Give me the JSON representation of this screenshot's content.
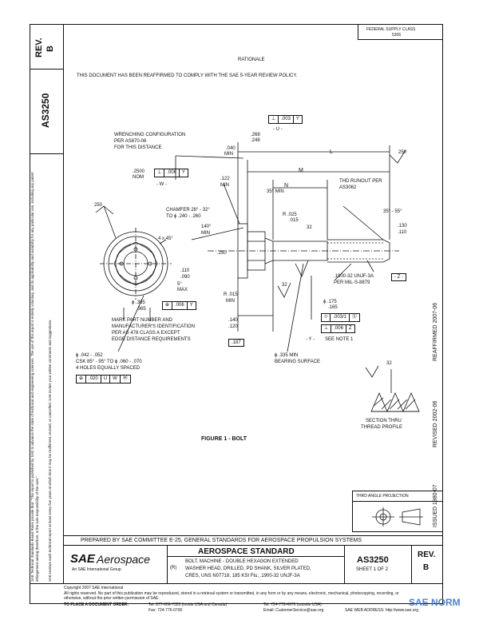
{
  "side_bar": {
    "rev_label": "REV.",
    "rev_value": "B",
    "doc_number": "AS3250",
    "technical_notice": "SAE Technical Standards Board Rules provide that: \"This report is published by SAE to advance the state of technical and engineering sciences. The use of this report is entirely voluntary, and its applicability and suitability for any particular use, including any patent infringement arising therefrom, is the sole responsibility of the user.\"",
    "review_notice": "SAE reviews each technical report at least every five years at which time it may be reaffirmed, revised, or cancelled. SAE invites your written comments and suggestions."
  },
  "right_bar": {
    "reaffirmed": "REAFFIRMED 2007-06",
    "revised": "REVISED 2002-06",
    "issued": "ISSUED 1980-07"
  },
  "header": {
    "fsc_line1": "FEDERAL SUPPLY CLASS",
    "fsc_line2": "5306",
    "rationale": "RATIONALE",
    "rationale_text": "THIS DOCUMENT HAS BEEN REAFFIRMED TO COMPLY WITH THE SAE 5-YEAR REVIEW POLICY."
  },
  "drawing": {
    "wrench_note": [
      "WRENCHING CONFIGURATION",
      "PER AS870-06",
      "FOR THIS DISTANCE"
    ],
    "fcf_top": [
      "⊥",
      ".003",
      "Y"
    ],
    "datum_u": "- U -",
    "dim_268": ".268",
    "dim_248": ".248",
    "dim_040": ".040",
    "min": "MIN",
    "dim_L": "L",
    "dim_M": "M",
    "dim_N": "N",
    "dim_2500": ".2500",
    "nom": "NOM",
    "fcf_2500": [
      "⊥",
      ".006",
      "Y"
    ],
    "datum_w": "- W -",
    "dim_122": ".122",
    "dim_35min": "35° MIN",
    "thd_runout": [
      "THD RUNOUT PER",
      "AS3062"
    ],
    "finish_250_a": "250",
    "finish_250_b": "250",
    "chamfer": [
      "CHAMFER 28° - 32°",
      "TO ϕ .240 - .260"
    ],
    "dim_140deg": "140°",
    "dim_4x45": "4 x 45°",
    "dim_r025": "R .025",
    "dim_r015b": ".015",
    "angle_35_55": "35° - 55°",
    "dim_130": ".130",
    "dim_110": ".110",
    "dim_250": ".250",
    "dim_32a": "32",
    "dim_110b": ".110",
    "dim_090": ".090",
    "dim_5max": [
      "5°",
      "MAX"
    ],
    "r015min": [
      "R .015",
      "MIN"
    ],
    "dim_32b": "32",
    "thread_spec": [
      ".1900-32 UNJF-3A",
      "PER MIL-S-8879"
    ],
    "datum_z": "- Z -",
    "dim_385": "ϕ .385",
    "dim_365": ".365",
    "fcf_385": [
      "⊕",
      ".006",
      "Y"
    ],
    "dim_175": "ϕ .175",
    "dim_165": ".165",
    "fcf_175": [
      "⌭",
      ".003/1",
      "Ⓢ"
    ],
    "fcf_z": [
      "⊥",
      ".006",
      "Z"
    ],
    "datum_y": "- Y -",
    "see_note": "SEE NOTE 1",
    "mark_note": [
      "MARK PART NUMBER AND",
      "MANUFACTURER'S IDENTIFICATION",
      "PER AS 478 CLASS A EXCEPT",
      "EDGE DISTANCE REQUIREMENTS"
    ],
    "dim_140b": ".140",
    "dim_120": ".120",
    "dim_187": ".187",
    "hole_note": [
      "ϕ .042 - .052",
      "CSK 85° - 95° TO ϕ .060 - .070",
      "4 HOLES EQUALLY SPACED"
    ],
    "fcf_hole": [
      "⊕",
      ".020",
      "U",
      "W",
      "Ⓜ"
    ],
    "bearing": [
      "ϕ .335 MIN",
      "BEARING SURFACE"
    ],
    "dim_32c": "32",
    "section_label": [
      "SECTION THRU",
      "THREAD PROFILE"
    ],
    "figure_caption": "FIGURE 1 - BOLT",
    "thread_angle": "THRD ANGLE PROJECTION"
  },
  "title_block": {
    "prepared_by": "PREPARED BY SAE COMMITTEE E-25, GENERAL STANDARDS FOR AEROSPACE PROPULSION SYSTEMS",
    "logo_sae": "SAE",
    "logo_aerospace": "Aerospace",
    "logo_sub": "An SAE International Group",
    "standard": "AEROSPACE STANDARD",
    "rev_code": "(R)",
    "title_lines": [
      "BOLT, MACHINE - DOUBLE HEXAGON EXTENDED",
      "WASHER HEAD, DRILLED, PD SHANK, SILVER PLATED,",
      "CRES, UNS N07718, 185 KSI Ftu, .1900-32 UNJF-3A"
    ],
    "doc_number": "AS3250",
    "sheet": "SHEET 1 OF 2",
    "rev_label": "REV.",
    "rev_value": "B"
  },
  "footer": {
    "copyright": "Copyright 2007 SAE International",
    "rights": "All rights reserved. No part of this publication may be reproduced, stored in a retrieval system or transmitted, in any form or by any means, electronic, mechanical, photocopying, recording, or otherwise, without the prior written permission of SAE.",
    "order_label": "TO PLACE A DOCUMENT ORDER:",
    "tel1": "Tel: 877-606-7323 (inside USA and Canada)",
    "fax": "Fax: 724-776-0790",
    "tel2": "Tel: 724-776-4970 (outside USA)",
    "email": "Email: CustomerService@sae.org",
    "web": "SAE WEB ADDRESS: http://www.sae.org"
  },
  "watermark": "SAE NORM"
}
